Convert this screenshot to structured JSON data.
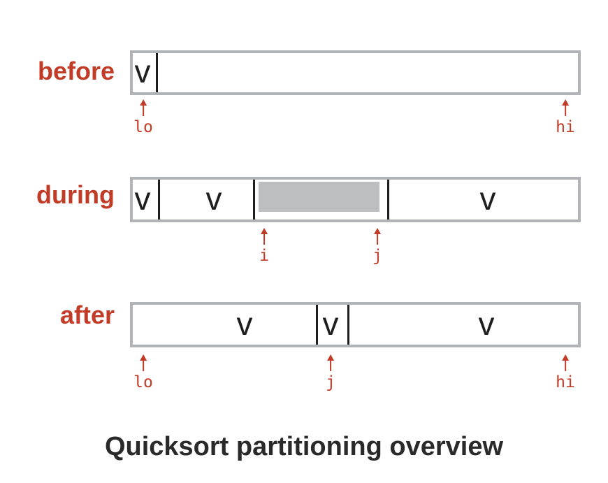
{
  "title": "Quicksort partitioning overview",
  "colors": {
    "accent_red": "#c23b27",
    "bar_border": "#b1b3b6",
    "shaded_region": "#bcbec0",
    "ink": "#1e1e1e"
  },
  "icons": {
    "pointer": "up-arrow"
  },
  "rows": {
    "before": {
      "label": "before",
      "pivot": "v",
      "pointers": {
        "lo": "lo",
        "hi": "hi"
      }
    },
    "during": {
      "label": "during",
      "pivot": "v",
      "left_segment": "v",
      "right_segment": "v",
      "pointers": {
        "i": "i",
        "j": "j"
      }
    },
    "after": {
      "label": "after",
      "left_segment": "v",
      "pivot": "v",
      "right_segment": "v",
      "pointers": {
        "lo": "lo",
        "j": "j",
        "hi": "hi"
      }
    }
  }
}
